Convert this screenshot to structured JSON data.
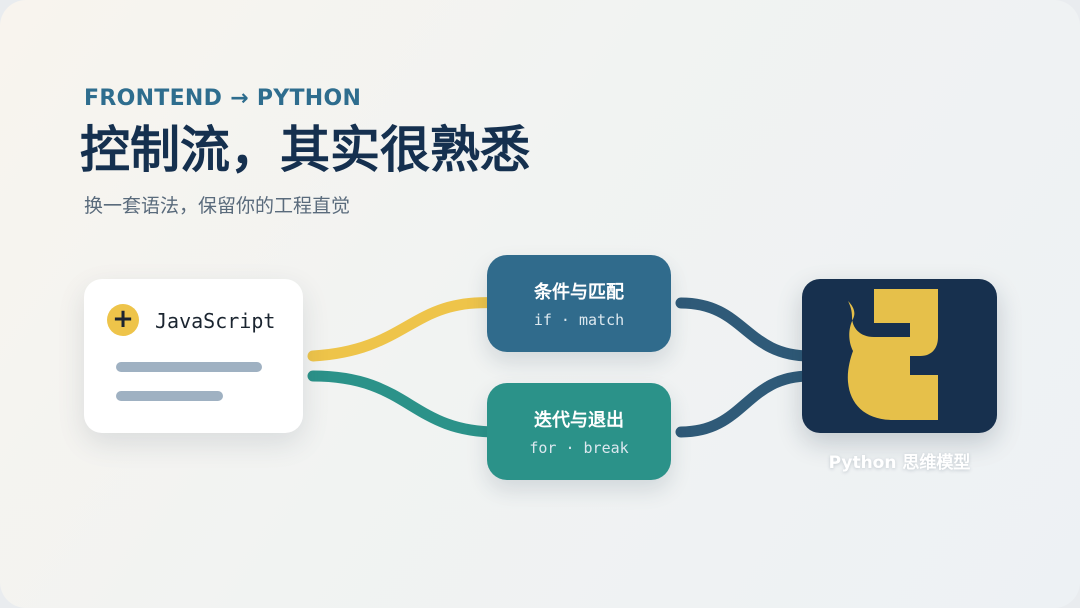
{
  "header": {
    "eyebrow": "FRONTEND → PYTHON",
    "title": "控制流，其实很熟悉",
    "subtitle": "换一套语法，保留你的工程直觉"
  },
  "source_card": {
    "icon": "plus-icon",
    "icon_glyph": "+",
    "label": "JavaScript"
  },
  "steps": [
    {
      "title": "条件与匹配",
      "code": "if · match",
      "color": "#306b8c",
      "link_color": "#eec44a"
    },
    {
      "title": "迭代与退出",
      "code": "for · break",
      "color": "#2b9289",
      "link_color": "#2b9289"
    }
  ],
  "target_card": {
    "icon": "python-logo-icon",
    "caption": "Python 思维模型",
    "color": "#17304e",
    "accent": "#e6c04a"
  },
  "colors": {
    "outgoing_link": "#2f5a78"
  }
}
